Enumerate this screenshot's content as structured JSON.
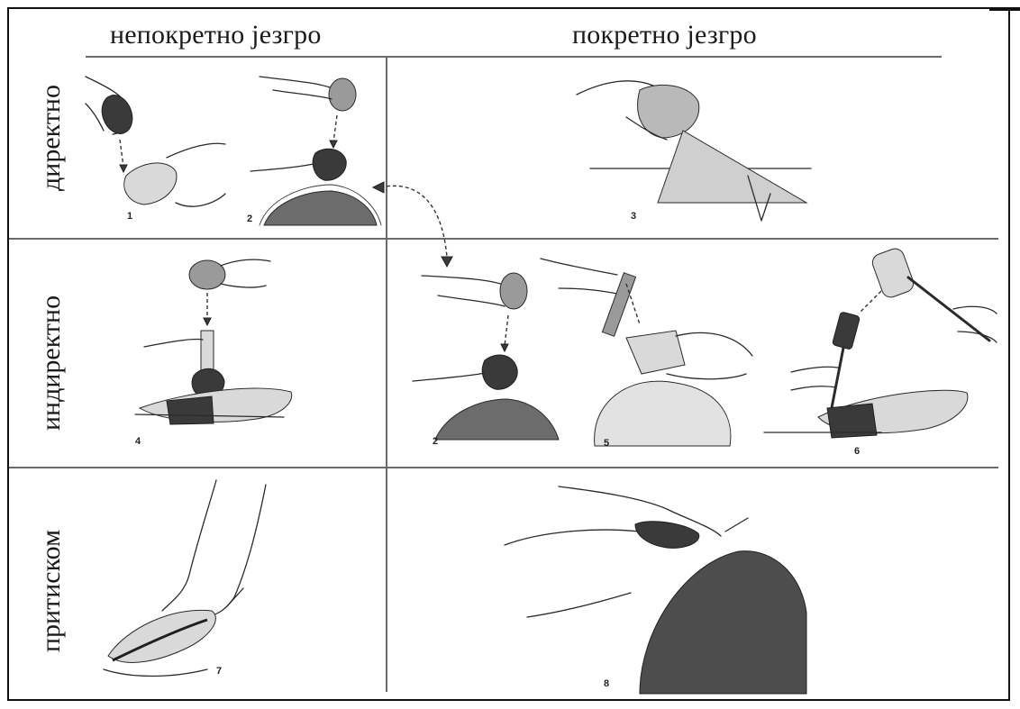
{
  "columns": {
    "left": "непокретно језгро",
    "right": "покретно језгро"
  },
  "rows": {
    "direct": "директно",
    "indirect": "индиректно",
    "pressure": "притиском"
  },
  "figure_numbers": [
    "1",
    "2",
    "3",
    "4",
    "2",
    "5",
    "6",
    "7",
    "8"
  ],
  "colors": {
    "frame": "#111111",
    "rule": "#6a6a6a",
    "ink": "#2a2a2a"
  }
}
